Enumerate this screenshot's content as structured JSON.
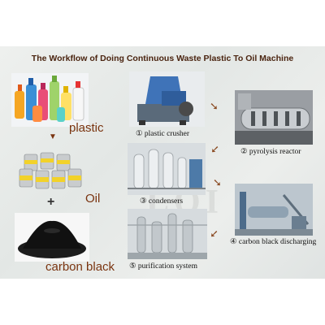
{
  "title": "The Workflow of Doing Continuous Waste Plastic To Oil Machine",
  "left_column": {
    "plastic_label": "plastic",
    "plus_symbol": "+",
    "oil_label": "Oil",
    "carbon_label": "carbon black",
    "arrow_down": "▼"
  },
  "steps": [
    {
      "label": "① plastic crusher"
    },
    {
      "label": "② pyrolysis reactor"
    },
    {
      "label": "③ condensers"
    },
    {
      "label": "④ carbon black discharging"
    },
    {
      "label": "⑤ purification system"
    }
  ],
  "arrow_glyph": "➘",
  "colors": {
    "title": "#4a2410",
    "labels_big": "#7a3410",
    "arrows": "#8a4a22"
  }
}
